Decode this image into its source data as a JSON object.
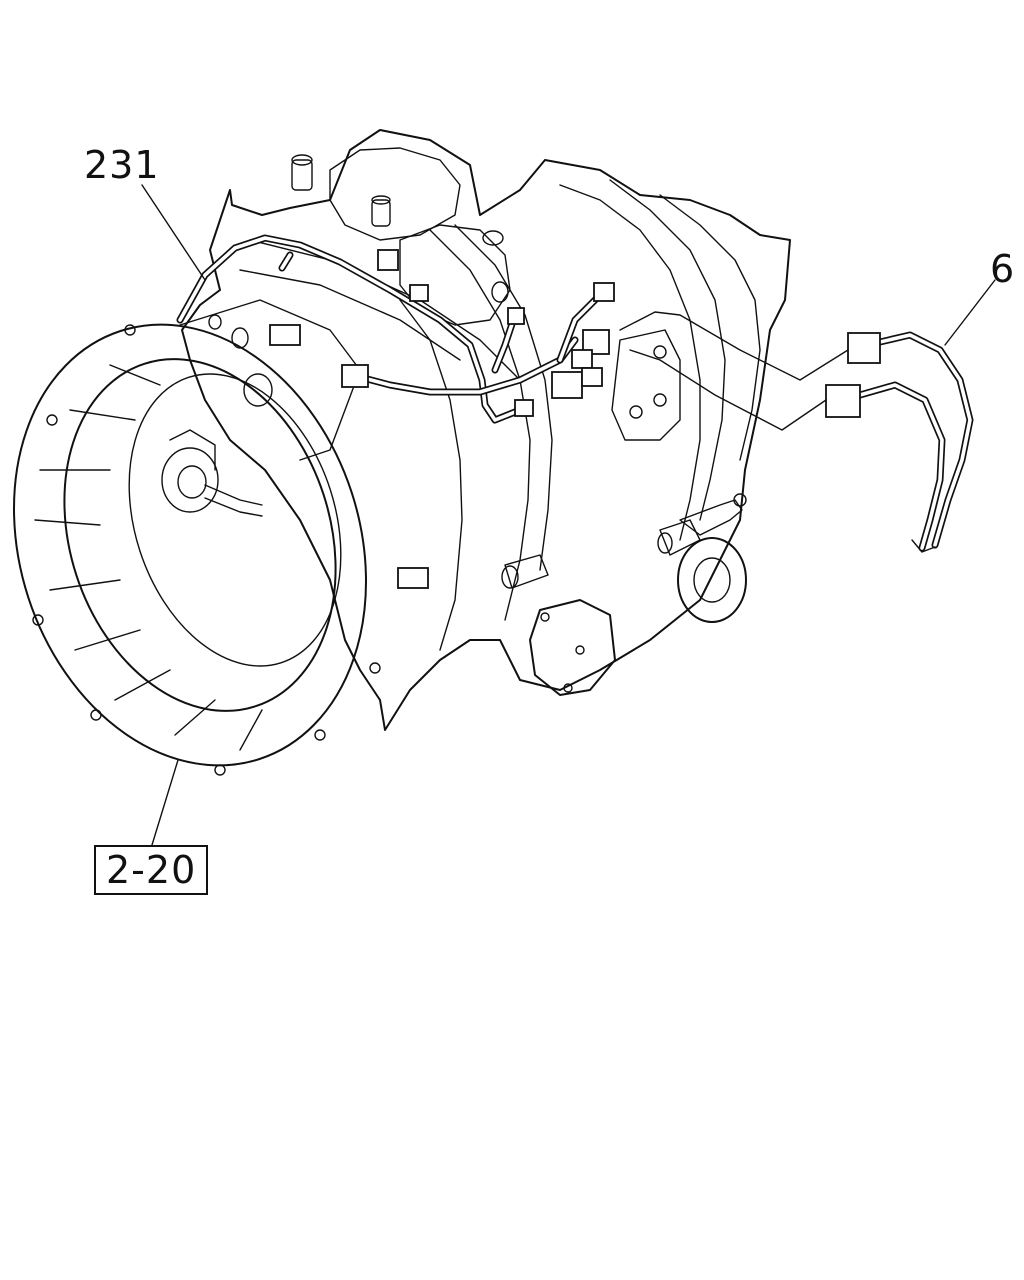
{
  "callouts": {
    "harness_number": "231",
    "connector_number": "6",
    "reference": "2-20"
  }
}
